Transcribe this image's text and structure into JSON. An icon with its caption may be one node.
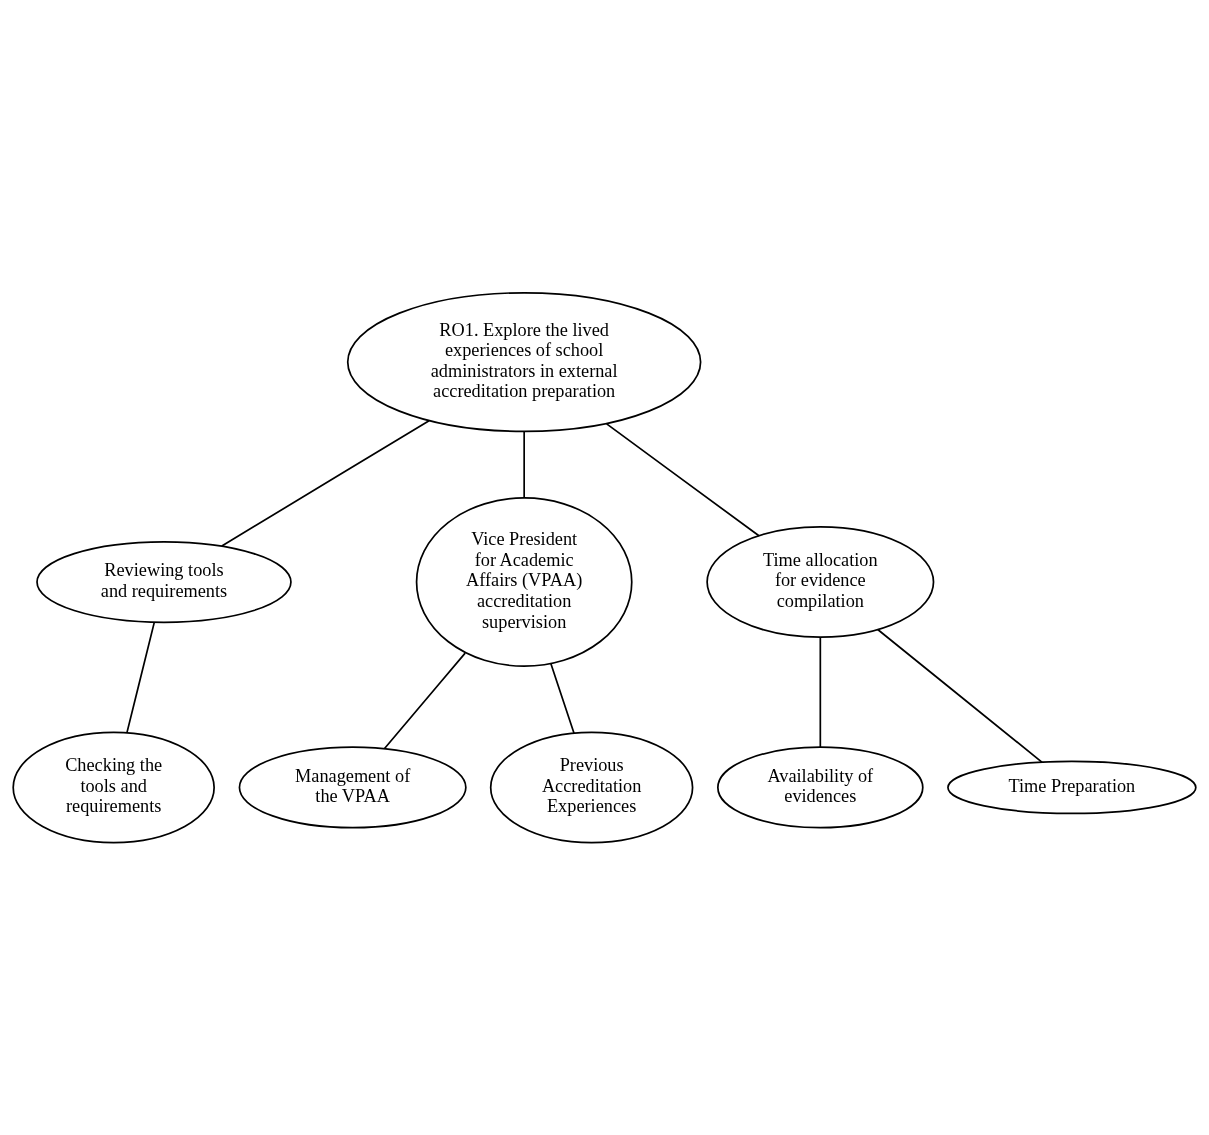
{
  "diagram": {
    "nodes": [
      {
        "text": [
          "RO1. Explore the lived experiences of school administrators in external accreditation preparation"
        ]
      },
      {
        "text": [
          "Reviewing tools and requirements"
        ]
      },
      {
        "text": [
          "Vice President for Academic Affairs (VPAA) accreditation supervision"
        ]
      },
      {
        "text": [
          "Time allocation for evidence compilation"
        ]
      },
      {
        "text": [
          "Checking the tools and requirements"
        ]
      },
      {
        "text": [
          "Management of the VPAA"
        ]
      },
      {
        "text": [
          "Previous Accreditation Experiences"
        ]
      },
      {
        "text": [
          "Availability of evidences"
        ]
      },
      {
        "text": [
          "Time Preparation"
        ]
      }
    ],
    "edges": [
      {
        "from": 0,
        "to": 1,
        "arrow": "none"
      },
      {
        "from": 0,
        "to": 2,
        "arrow": "none"
      },
      {
        "from": 0,
        "to": 3,
        "arrow": "none"
      },
      {
        "from": 1,
        "to": 4,
        "arrow": "none"
      },
      {
        "from": 2,
        "to": 5,
        "arrow": "none"
      },
      {
        "from": 2,
        "to": 6,
        "arrow": "none"
      },
      {
        "from": 3,
        "to": 7,
        "arrow": "none"
      },
      {
        "from": 3,
        "to": 8,
        "arrow": "none"
      }
    ]
  }
}
